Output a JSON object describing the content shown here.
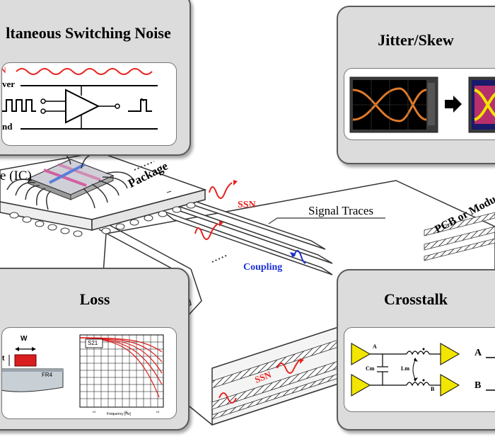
{
  "panels": {
    "ssn": {
      "title": "ltaneous Switching Noise",
      "label_n": "N",
      "label_power": "ver",
      "label_ground": "nd"
    },
    "jitter": {
      "title": "Jitter/Skew"
    },
    "loss": {
      "title": "Loss",
      "label_w": "W",
      "label_t": "t",
      "label_fr4": "FR4",
      "plot_label": "S21",
      "plot_xlabel": "Frequency [Hz]"
    },
    "crosstalk": {
      "title": "Crosstalk",
      "label_a_in": "A",
      "label_b_in": "B",
      "label_cm": "Cm",
      "label_lm": "Lm",
      "label_a_out": "A",
      "label_b_out": "B"
    }
  },
  "board": {
    "label_ic": "e (IC)",
    "label_package": "Package",
    "label_signal_traces": "Signal Traces",
    "label_ssn_top": "SSN",
    "label_coupling": "Coupling",
    "label_ssn_bottom": "SSN",
    "label_pcb": "PCB or Modu"
  },
  "colors": {
    "noise_red": "#e8231f",
    "coupling_blue": "#1b2fd6",
    "buffer_yellow": "#f2e500",
    "panel_gray": "#dcdcdc",
    "eye_orange": "#e07a2a",
    "copper_red": "#d81e1e"
  }
}
